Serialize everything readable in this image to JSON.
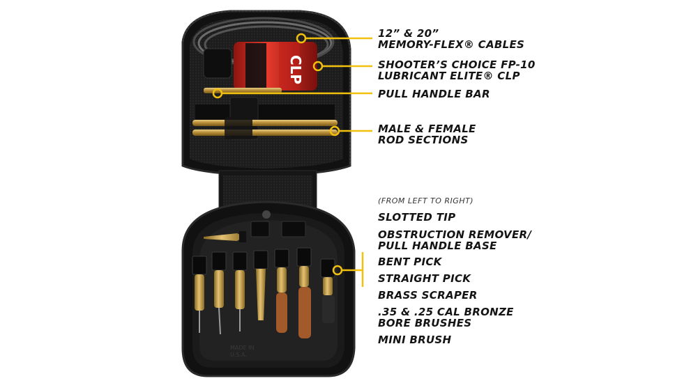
{
  "colors": {
    "accent": "#f2c10f",
    "case": "#1b1b1b",
    "text": "#141414",
    "brass": "#c9a24a",
    "bottle_red": "#d8231f"
  },
  "bottle_label": "CLP",
  "callouts": [
    {
      "id": "cables",
      "lines": [
        "12” & 20”",
        "MEMORY-FLEX® CABLES"
      ]
    },
    {
      "id": "lubricant",
      "lines": [
        "SHOOTER’S CHOICE FP-10",
        "LUBRICANT ELITE® CLP"
      ]
    },
    {
      "id": "pull-handle-bar",
      "lines": [
        "PULL HANDLE BAR"
      ]
    },
    {
      "id": "rod-sections",
      "lines": [
        "MALE & FEMALE",
        "ROD SECTIONS"
      ]
    }
  ],
  "lower_group": {
    "note": "(FROM LEFT TO RIGHT)",
    "items": [
      {
        "id": "slotted-tip",
        "lines": [
          "SLOTTED TIP"
        ]
      },
      {
        "id": "obstruction-remover",
        "lines": [
          "OBSTRUCTION REMOVER/",
          "PULL HANDLE BASE"
        ]
      },
      {
        "id": "bent-pick",
        "lines": [
          "BENT PICK"
        ]
      },
      {
        "id": "straight-pick",
        "lines": [
          "STRAIGHT PICK"
        ]
      },
      {
        "id": "brass-scraper",
        "lines": [
          "BRASS SCRAPER"
        ]
      },
      {
        "id": "bronze-brushes",
        "lines": [
          ".35 & .25 CAL BRONZE",
          "BORE BRUSHES"
        ]
      },
      {
        "id": "mini-brush",
        "lines": [
          "MINI BRUSH"
        ]
      }
    ]
  }
}
